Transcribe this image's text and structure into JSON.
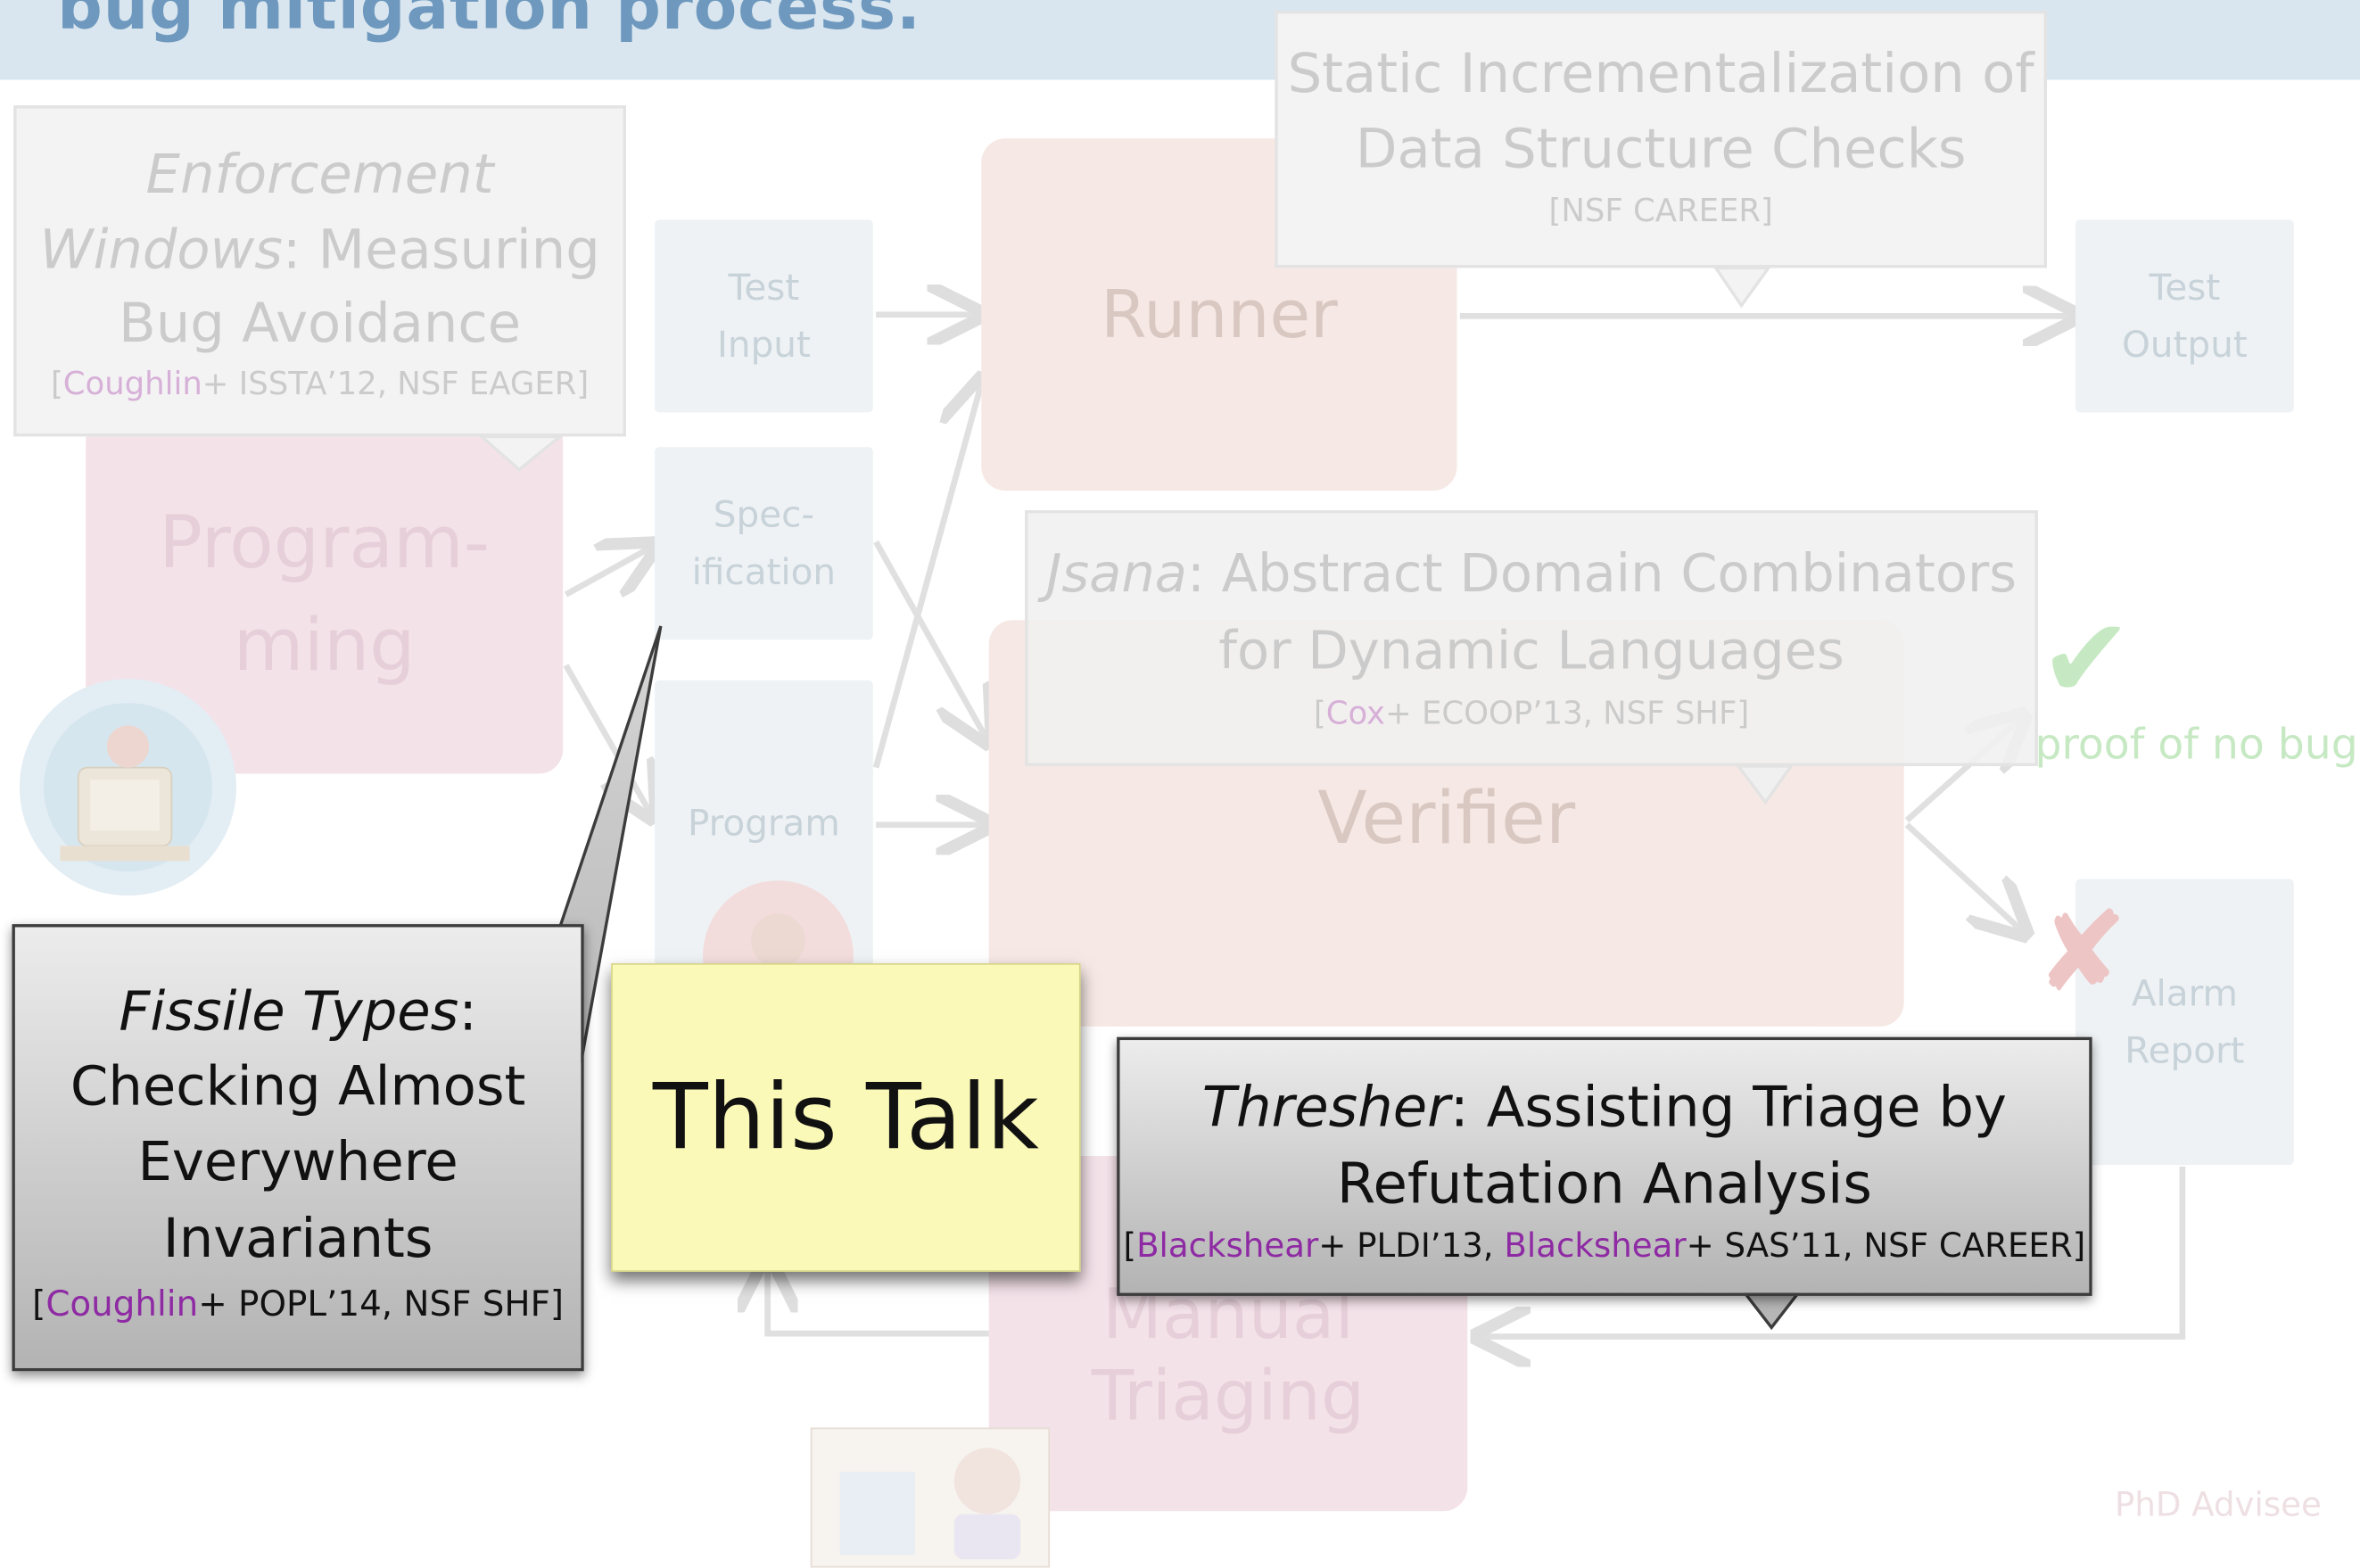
{
  "header": {
    "title": "bug mitigation process."
  },
  "background_diagram": {
    "runner": "Runner",
    "verifier": "Verifier",
    "programming_line1": "Program-",
    "programming_line2": "ming",
    "manual_line1": "Manual",
    "manual_line2": "Triaging",
    "test_input_line1": "Test",
    "test_input_line2": "Input",
    "specification_line1": "Spec-",
    "specification_line2": "ification",
    "program": "Program",
    "test_output_line1": "Test",
    "test_output_line2": "Output",
    "alarm_report_line1": "Alarm",
    "alarm_report_line2": "Report",
    "proof_of_no_bug": "proof of no bug",
    "check_mark": "✔",
    "cross_mark": "✘",
    "advisee": "PhD Advisee"
  },
  "faded_callouts": {
    "enforcement": {
      "line1": "Enforcement",
      "line2_italic": "Windows",
      "line2_rest": ": Measuring",
      "line3": "Bug Avoidance",
      "cite_open": "[",
      "cite_author": "Coughlin",
      "cite_rest": "+ ISSTA’12, NSF EAGER]"
    },
    "static_incr": {
      "line1": "Static Incrementalization of",
      "line2": "Data Structure Checks",
      "cite": "[NSF CAREER]"
    },
    "jsana": {
      "name": "Jsana",
      "line1_rest": ": Abstract Domain Combinators",
      "line2": "for Dynamic Languages",
      "cite_open": "[",
      "cite_author": "Cox",
      "cite_rest": "+ ECOOP’13, NSF SHF]"
    }
  },
  "fissile_callout": {
    "name": "Fissile Types",
    "name_suffix": ":",
    "line2": "Checking Almost",
    "line3": "Everywhere",
    "line4": "Invariants",
    "cite_open": "[",
    "cite_author": "Coughlin",
    "cite_rest": "+ POPL’14, NSF SHF]"
  },
  "this_talk": {
    "label": "This Talk"
  },
  "thresher_callout": {
    "name": "Thresher",
    "line1_rest": ": Assisting Triage by",
    "line2": "Refutation Analysis",
    "cite_open": "[",
    "cite_author1": "Blackshear",
    "cite_mid": "+ PLDI’13, ",
    "cite_author2": "Blackshear",
    "cite_rest": "+ SAS’11, NSF CAREER]"
  },
  "colors": {
    "citation_highlight": "#8e2aa3",
    "title_blue": "#5c8bb6",
    "sticky_note": "#fbf9b8"
  }
}
